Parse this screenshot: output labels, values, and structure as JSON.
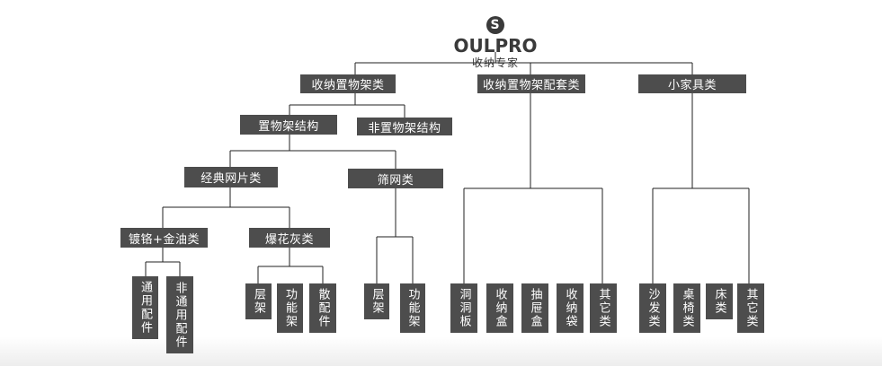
{
  "logo": {
    "brand_rest": "OULPRO",
    "brand_initial": "S",
    "tagline": "收纳专家"
  },
  "nodes": {
    "l1_storage_rack": "收纳置物架类",
    "l1_rack_accessories": "收纳置物架配套类",
    "l1_small_furniture": "小家具类",
    "l2_rack_structure": "置物架结构",
    "l2_non_rack_structure": "非置物架结构",
    "l3_classic_mesh": "经典网片类",
    "l3_sieve_mesh": "筛网类",
    "l4_chrome_gold_oil": "镀铬+金油类",
    "l4_popcorn_grey": "爆花灰类",
    "leaf_universal_parts": "通用配件",
    "leaf_non_universal_parts": "非通用配件",
    "leaf_shelf_a": "层架",
    "leaf_function_rack_a": "功能架",
    "leaf_loose_parts": "散配件",
    "leaf_shelf_b": "层架",
    "leaf_function_rack_b": "功能架",
    "leaf_pegboard": "洞洞板",
    "leaf_storage_box": "收纳盒",
    "leaf_drawer_box": "抽屉盒",
    "leaf_storage_bag": "收纳袋",
    "leaf_others_a": "其它类",
    "leaf_sofa": "沙发类",
    "leaf_table_chair": "桌椅类",
    "leaf_bed": "床类",
    "leaf_others_b": "其它类"
  }
}
